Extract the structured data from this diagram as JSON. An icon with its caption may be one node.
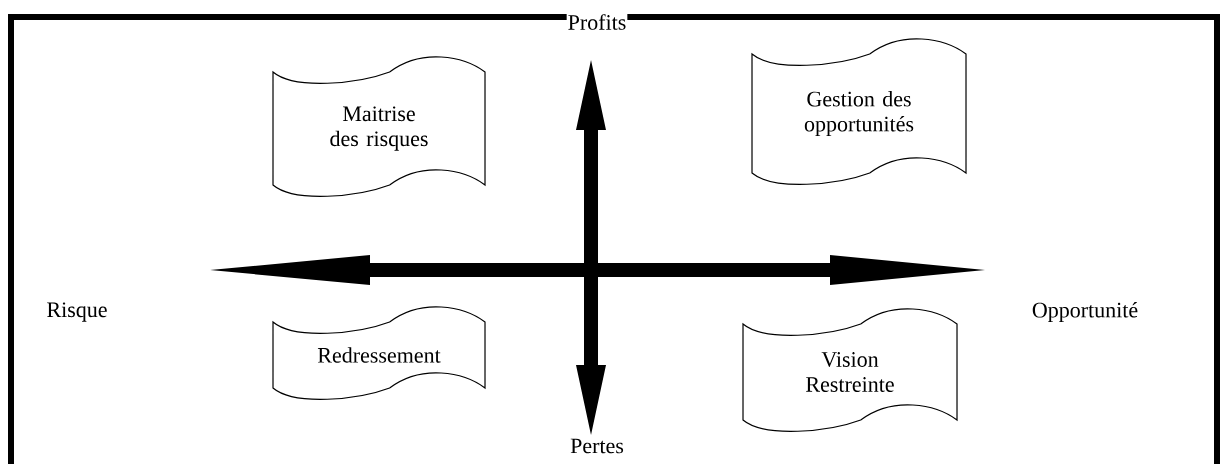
{
  "diagram": {
    "nodes": [
      {
        "text": [
          "Maitrise des risques"
        ]
      },
      {
        "text": [
          "Gestion des opportunités"
        ]
      },
      {
        "text": [
          "Redressement"
        ]
      },
      {
        "text": [
          "Vision Restreinte"
        ]
      }
    ],
    "labels": [
      "Profits",
      "Risque",
      "Opportunité",
      "Pertes"
    ]
  }
}
